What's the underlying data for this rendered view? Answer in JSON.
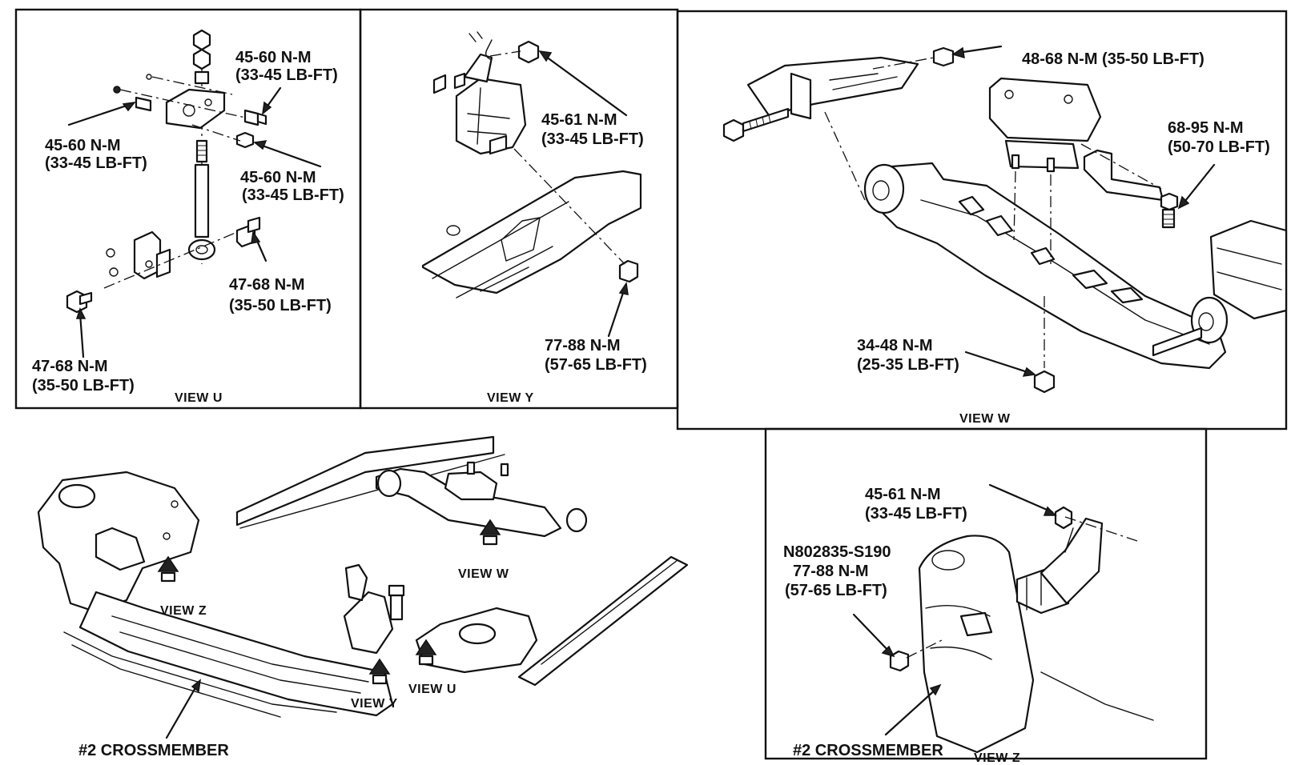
{
  "views": {
    "u": {
      "caption": "VIEW U",
      "torque_top": [
        "45-60 N-M",
        "(33-45 LB-FT)"
      ],
      "torque_left": [
        "45-60 N-M",
        "(33-45 LB-FT)"
      ],
      "torque_mid": [
        "45-60 N-M",
        "(33-45 LB-FT)"
      ],
      "torque_bolt": [
        "47-68 N-M",
        "(35-50 LB-FT)"
      ],
      "torque_bottom": [
        "47-68 N-M",
        "(35-50 LB-FT)"
      ]
    },
    "y": {
      "caption": "VIEW Y",
      "torque_top": [
        "45-61 N-M",
        "(33-45 LB-FT)"
      ],
      "torque_bottom": [
        "77-88 N-M",
        "(57-65 LB-FT)"
      ]
    },
    "w": {
      "caption": "VIEW W",
      "torque_top": "48-68 N-M (35-50 LB-FT)",
      "torque_right": [
        "68-95 N-M",
        "(50-70 LB-FT)"
      ],
      "torque_bottom": [
        "34-48 N-M",
        "(25-35 LB-FT)"
      ]
    },
    "z": {
      "caption": "VIEW Z",
      "torque_top": [
        "45-61 N-M",
        "(33-45 LB-FT)"
      ],
      "part_number": "N802835-S190",
      "torque_nut": [
        "77-88 N-M",
        "(57-65 LB-FT)"
      ],
      "crossmember": "#2 CROSSMEMBER"
    },
    "overview": {
      "crossmember": "#2 CROSSMEMBER",
      "marker_z": "VIEW Z",
      "marker_w": "VIEW W",
      "marker_y": "VIEW Y",
      "marker_u": "VIEW U"
    }
  }
}
